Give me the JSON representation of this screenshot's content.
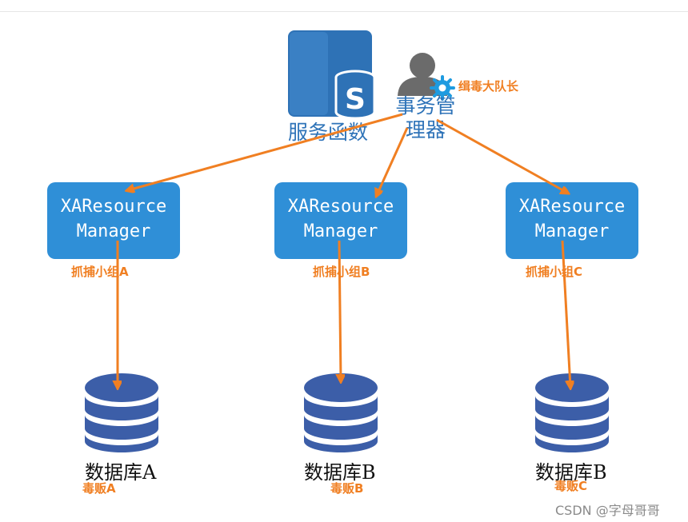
{
  "service": {
    "label": "服务函数",
    "icon": "database-service-icon",
    "icon_letter": "S"
  },
  "transaction_manager": {
    "line1": "事务管",
    "line2": "理器",
    "icon": "user-gear-icon",
    "role_label": "缉毒大队长"
  },
  "resource_managers": [
    {
      "line1": "XAResource",
      "line2": "Manager",
      "group_label": "抓捕小组A"
    },
    {
      "line1": "XAResource",
      "line2": "Manager",
      "group_label": "抓捕小组B"
    },
    {
      "line1": "XAResource",
      "line2": "Manager",
      "group_label": "抓捕小组C"
    }
  ],
  "databases": [
    {
      "label": "数据库A",
      "role_label": "毒贩A"
    },
    {
      "label": "数据库B",
      "role_label": "毒贩B"
    },
    {
      "label": "数据库B",
      "role_label": "毒贩C"
    }
  ],
  "watermark": "CSDN @字母哥哥",
  "colors": {
    "accent": "#2f8fd7",
    "arrow": "#f07f22",
    "db": "#3c5ea8",
    "label_blue": "#2e73b8"
  }
}
